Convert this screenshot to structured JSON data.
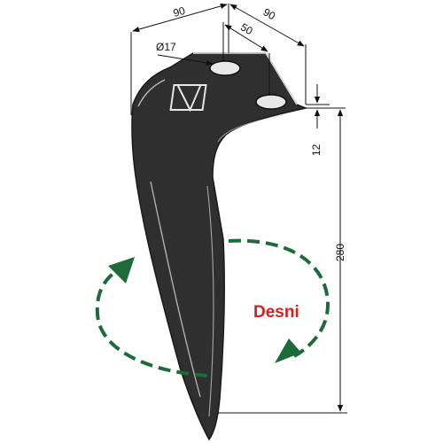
{
  "dimensions": {
    "top_width_left": "90",
    "top_width_right": "90",
    "hole_spacing": "50",
    "hole_diameter": "Ø17",
    "thickness": "12",
    "total_height": "280"
  },
  "rotation": {
    "label": "Desni",
    "label_color": "#d32020",
    "arrow_color": "#1e6b3a"
  },
  "colors": {
    "blade": "#2f2f2f",
    "blade_edge": "#1a1a1a",
    "highlight": "#d9d9d9"
  }
}
